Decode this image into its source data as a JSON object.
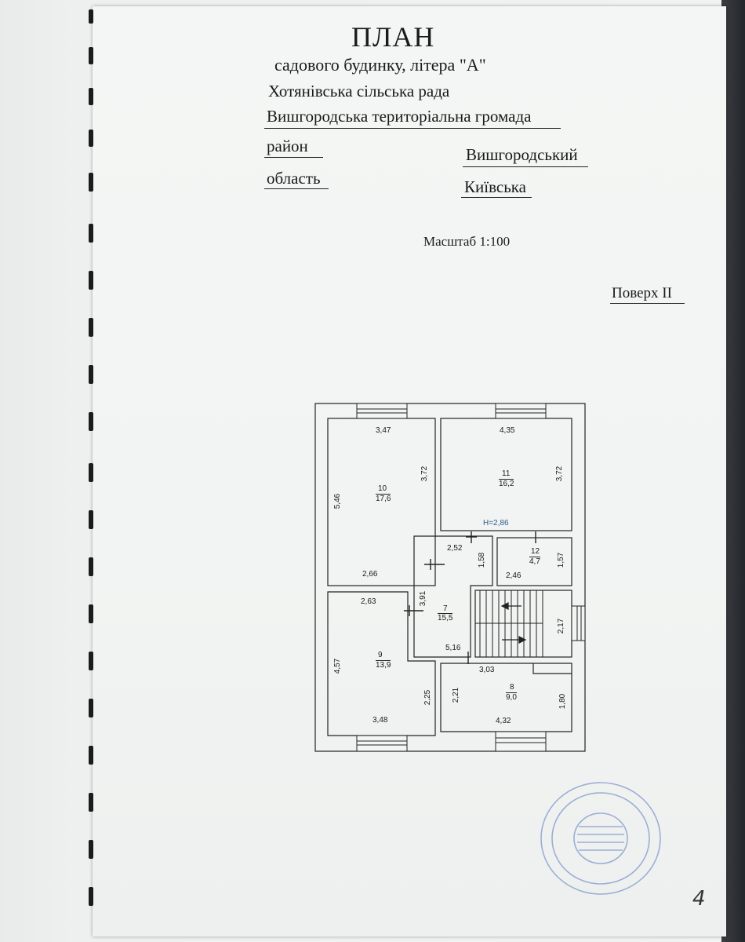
{
  "document": {
    "title": "ПЛАН",
    "subtitle": "садового будинку, літера \"А\"",
    "council": "Хотянівська сільська рада",
    "community": "Вишгородська територіальна громада",
    "district_label": "район",
    "district_value": "Вишгородський",
    "region_label": "область",
    "region_value": "Київська",
    "scale": "Масштаб 1:100",
    "floor": "Поверх II",
    "page_number": "4"
  },
  "floor_plan": {
    "ceiling_height": "H=2,86",
    "rooms": [
      {
        "number": "10",
        "area": "17,6",
        "top": "3,47",
        "left": "5,46",
        "right": "3,72",
        "bottom": "2,66"
      },
      {
        "number": "11",
        "area": "16,2",
        "top": "4,35",
        "right": "3,72"
      },
      {
        "number": "12",
        "area": "4,7",
        "right": "1,57",
        "bottom": "2,46"
      },
      {
        "number": "7",
        "area": "15,5",
        "top": "2,52",
        "right": "1,58",
        "left": "3,91",
        "bottom": "5,16"
      },
      {
        "number": "9",
        "area": "13,9",
        "top": "2,63",
        "left": "4,57",
        "right": "2,25",
        "bottom": "3,48"
      },
      {
        "number": "8",
        "area": "9,0",
        "top": "3,03",
        "left": "2,21",
        "right": "1,80",
        "bottom": "4,32"
      },
      {
        "stair_width": "2,17"
      }
    ]
  },
  "colors": {
    "paper": "#f3f5f4",
    "ink": "#1a1a1a",
    "stamp": "#7f9ac9",
    "height_label": "#2a5a8c"
  }
}
